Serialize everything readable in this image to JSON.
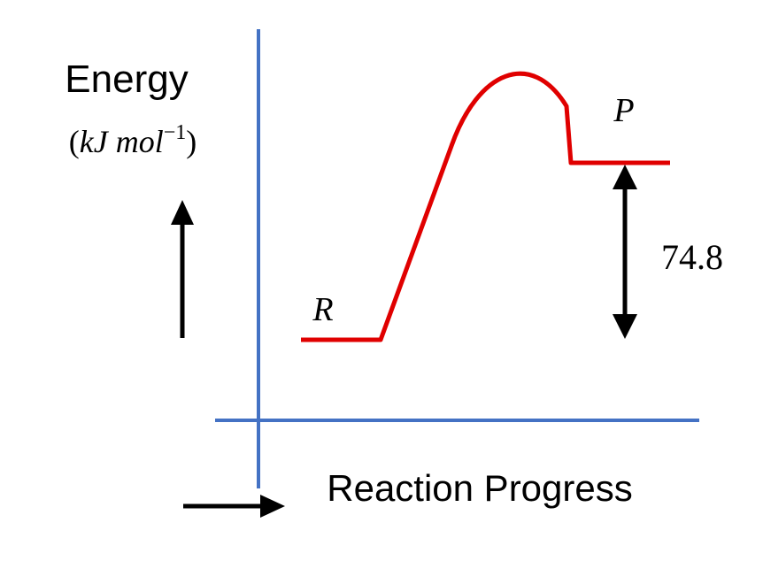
{
  "labels": {
    "energy": "Energy",
    "unit_open": "(",
    "unit_kj": "kJ mol",
    "unit_exp": "−1",
    "unit_close": ")",
    "reactant": "R",
    "product": "P",
    "enthalpy_value": "74.8",
    "x_axis": "Reaction Progress"
  },
  "colors": {
    "axis": "#4472c4",
    "curve": "#e00000",
    "arrow": "#000000",
    "text": "#000000"
  }
}
